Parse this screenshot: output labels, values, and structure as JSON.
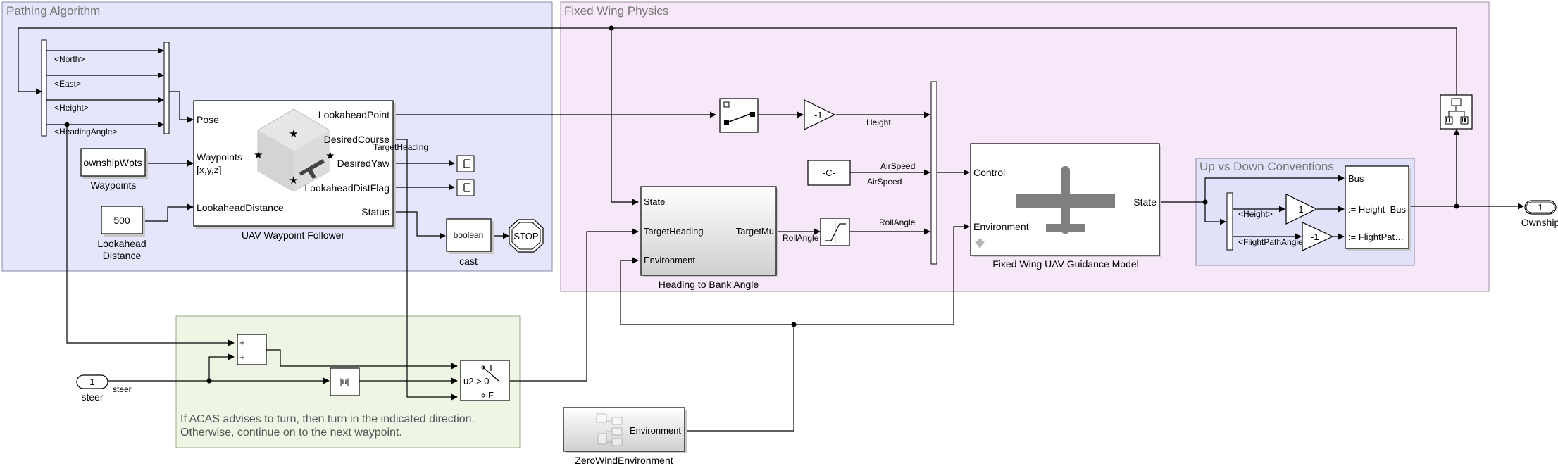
{
  "areas": {
    "pathing": "Pathing Algorithm",
    "fixed_wing": "Fixed Wing Physics",
    "up_down": "Up vs Down Conventions"
  },
  "bus_signals": {
    "north": "<North>",
    "east": "<East>",
    "height": "<Height>",
    "heading_angle": "<HeadingAngle>",
    "height2": "<Height>",
    "flight_path_angle": "<FlightPathAngle>"
  },
  "waypoint_follower": {
    "name": "UAV Waypoint Follower",
    "in_pose": "Pose",
    "in_waypoints": "Waypoints",
    "in_waypoints_sub": "[x,y,z]",
    "in_lookahead": "LookaheadDistance",
    "out_lookahead_point": "LookaheadPoint",
    "out_desired_course": "DesiredCourse",
    "out_desired_yaw": "DesiredYaw",
    "out_lookahead_flag": "LookaheadDistFlag",
    "out_status": "Status"
  },
  "constants": {
    "waypoints_value": "ownshipWpts",
    "waypoints_name": "Waypoints",
    "lookahead_value": "500",
    "lookahead_name_1": "Lookahead",
    "lookahead_name_2": "Distance",
    "airspeed_value": "-C-"
  },
  "cast": {
    "value": "boolean",
    "name": "cast"
  },
  "stop": "STOP",
  "signals": {
    "target_heading": "TargetHeading",
    "height": "Height",
    "airspeed_1": "AirSpeed",
    "airspeed_2": "AirSpeed",
    "roll_angle": "RollAngle",
    "roll_angle_in": "RollAngle",
    "steer": "steer"
  },
  "heading_block": {
    "name": "Heading to Bank Angle",
    "in_state": "State",
    "in_target_heading": "TargetHeading",
    "in_environment": "Environment",
    "out_target_mu": "TargetMu"
  },
  "gains": {
    "g1": "-1",
    "g2": "-1",
    "g3": "-1"
  },
  "guidance": {
    "name": "Fixed Wing UAV Guidance Model",
    "in_control": "Control",
    "in_environment": "Environment",
    "out_state": "State"
  },
  "bus_assign": {
    "in_bus": "Bus",
    "in_height": ":= Height",
    "in_fpa": ":= FlightPat…",
    "out_bus": "Bus"
  },
  "ports": {
    "out_num": "1",
    "out_name": "Ownship",
    "in_num": "1",
    "in_name": "steer"
  },
  "switch": {
    "t": "T",
    "cond": "u2 > 0",
    "f": "F"
  },
  "abs_label": "|u|",
  "sum_signs": [
    "+",
    "+"
  ],
  "note": {
    "line1": "If ACAS advises to turn, then turn in the indicated direction.",
    "line2": "Otherwise, continue on to the next waypoint."
  },
  "env": {
    "port": "Environment",
    "name": "ZeroWindEnvironment"
  }
}
